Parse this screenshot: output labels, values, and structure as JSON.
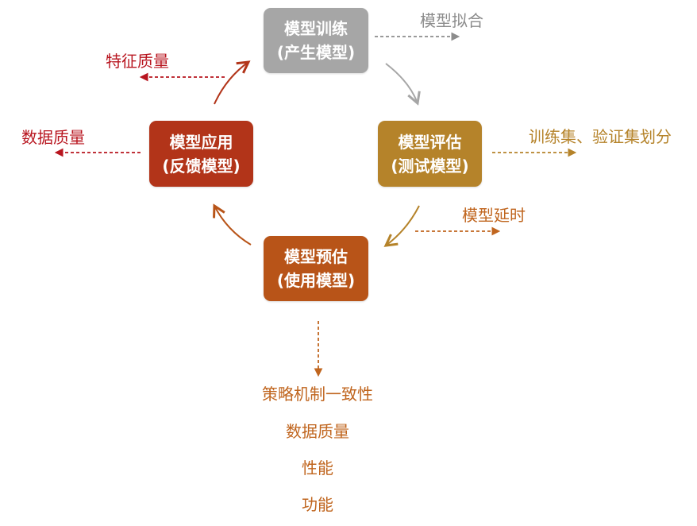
{
  "nodes": {
    "training": {
      "title": "模型训练",
      "subtitle": "(产生模型)",
      "color": "#a6a6a6"
    },
    "evaluation": {
      "title": "模型评估",
      "subtitle": "(测试模型)",
      "color": "#b5832a"
    },
    "prediction": {
      "title": "模型预估",
      "subtitle": "(使用模型)",
      "color": "#b85418"
    },
    "application": {
      "title": "模型应用",
      "subtitle": "(反馈模型)",
      "color": "#b23419"
    }
  },
  "side_labels": {
    "training": "模型拟合",
    "evaluation": "训练集、验证集划分",
    "prediction": "模型延时",
    "application_top": "特征质量",
    "application_left": "数据质量"
  },
  "prediction_items": [
    "策略机制一致性",
    "数据质量",
    "性能",
    "功能"
  ],
  "colors": {
    "gray": "#8c8c8c",
    "gold": "#b5832a",
    "orange": "#c0651e",
    "red": "#b8151f"
  }
}
